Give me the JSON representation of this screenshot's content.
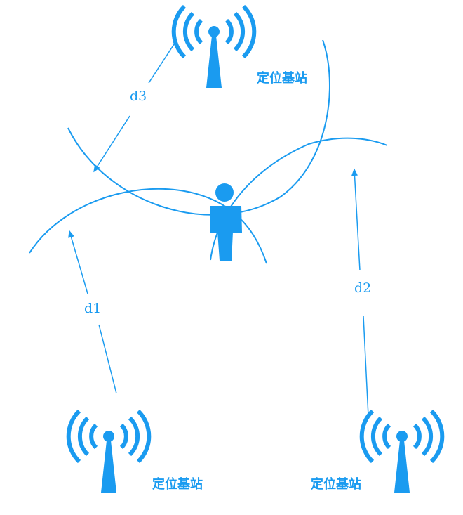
{
  "colors": {
    "primary": "#1a9bf0"
  },
  "stations": [
    {
      "label": "定位基站",
      "icon": "antenna-tower-icon"
    },
    {
      "label": "定位基站",
      "icon": "antenna-tower-icon"
    },
    {
      "label": "定位基站",
      "icon": "antenna-tower-icon"
    }
  ],
  "distances": [
    "d1",
    "d2",
    "d3"
  ],
  "target": {
    "icon": "person-icon"
  }
}
